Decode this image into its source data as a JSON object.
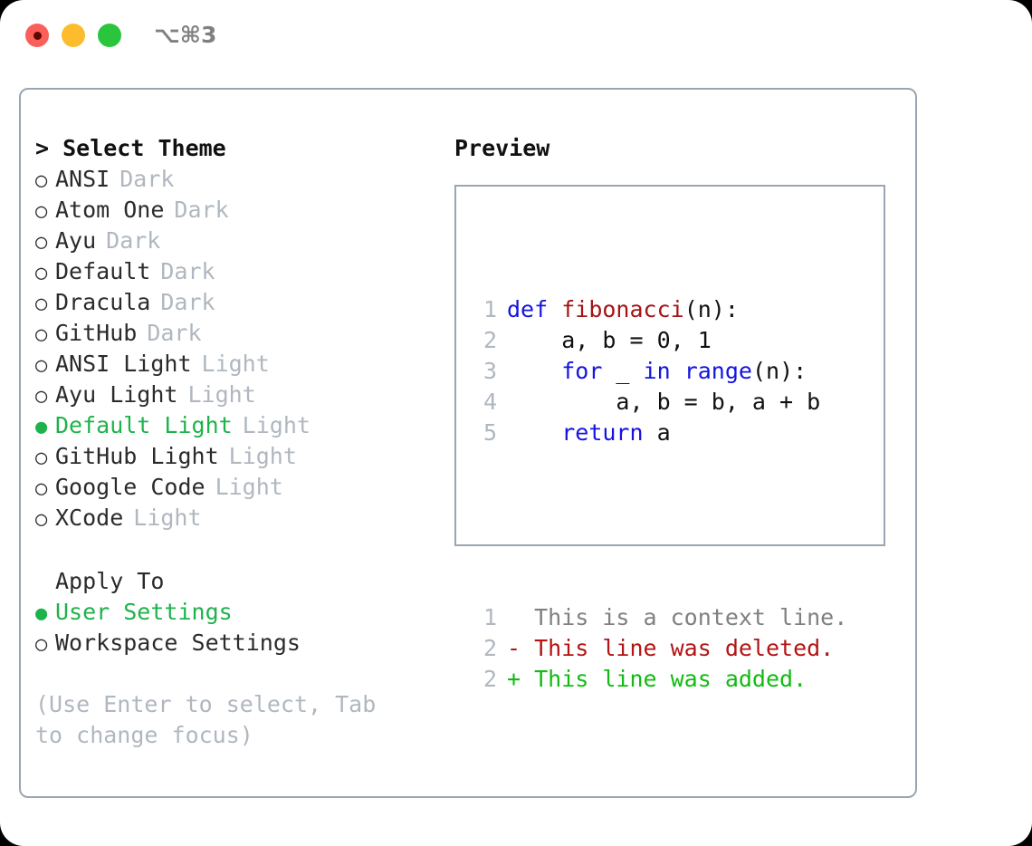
{
  "window": {
    "title": "⌥⌘3",
    "lights": [
      {
        "name": "close",
        "color": "#fb5f57"
      },
      {
        "name": "minimize",
        "color": "#fcbc2e"
      },
      {
        "name": "zoom",
        "color": "#2ac53c"
      }
    ]
  },
  "colors": {
    "accent_green": "#1eb34a",
    "muted_gray": "#b0b7bf",
    "border": "#9aa5b1",
    "text": "#2b2b2b",
    "keyword_blue": "#1414e0",
    "function_red": "#a31414",
    "diff_added": "#12bb12",
    "diff_deleted": "#b31414"
  },
  "theme_list": {
    "header": "> Select Theme",
    "header_prefix": ">",
    "bullet_selected": "●",
    "bullet_unselected": "○",
    "items": [
      {
        "name": "ANSI",
        "kind": "Dark",
        "selected": false
      },
      {
        "name": "Atom One",
        "kind": "Dark",
        "selected": false
      },
      {
        "name": "Ayu",
        "kind": "Dark",
        "selected": false
      },
      {
        "name": "Default",
        "kind": "Dark",
        "selected": false
      },
      {
        "name": "Dracula",
        "kind": "Dark",
        "selected": false
      },
      {
        "name": "GitHub",
        "kind": "Dark",
        "selected": false
      },
      {
        "name": "ANSI Light",
        "kind": "Light",
        "selected": false
      },
      {
        "name": "Ayu Light",
        "kind": "Light",
        "selected": false
      },
      {
        "name": "Default Light",
        "kind": "Light",
        "selected": true
      },
      {
        "name": "GitHub Light",
        "kind": "Light",
        "selected": false
      },
      {
        "name": "Google Code",
        "kind": "Light",
        "selected": false
      },
      {
        "name": "XCode",
        "kind": "Light",
        "selected": false
      }
    ]
  },
  "apply_to": {
    "header": "Apply To",
    "items": [
      {
        "name": "User Settings",
        "selected": true
      },
      {
        "name": "Workspace Settings",
        "selected": false
      }
    ]
  },
  "hint": "(Use Enter to select, Tab to change focus)",
  "preview": {
    "title": "Preview",
    "code_lines": [
      {
        "number": "1",
        "tokens": [
          {
            "text": "def ",
            "type": "kw"
          },
          {
            "text": "fibonacci",
            "type": "fn"
          },
          {
            "text": "(n):",
            "type": "pl"
          }
        ]
      },
      {
        "number": "2",
        "tokens": [
          {
            "text": "    a, b = 0, 1",
            "type": "pl"
          }
        ]
      },
      {
        "number": "3",
        "tokens": [
          {
            "text": "    ",
            "type": "pl"
          },
          {
            "text": "for",
            "type": "kw"
          },
          {
            "text": " _ ",
            "type": "pl"
          },
          {
            "text": "in",
            "type": "kw"
          },
          {
            "text": " ",
            "type": "pl"
          },
          {
            "text": "range",
            "type": "kw"
          },
          {
            "text": "(n):",
            "type": "pl"
          }
        ]
      },
      {
        "number": "4",
        "tokens": [
          {
            "text": "        a, b = b, a + b",
            "type": "pl"
          }
        ]
      },
      {
        "number": "5",
        "tokens": [
          {
            "text": "    ",
            "type": "pl"
          },
          {
            "text": "return",
            "type": "kw"
          },
          {
            "text": " a",
            "type": "pl"
          }
        ]
      }
    ],
    "diff_lines": [
      {
        "number": "1",
        "marker": " ",
        "text": "  This is a context line.",
        "type": "ctx"
      },
      {
        "number": "2",
        "marker": "-",
        "text": "- This line was deleted.",
        "type": "del"
      },
      {
        "number": "2",
        "marker": "+",
        "text": "+ This line was added.",
        "type": "add"
      }
    ]
  }
}
